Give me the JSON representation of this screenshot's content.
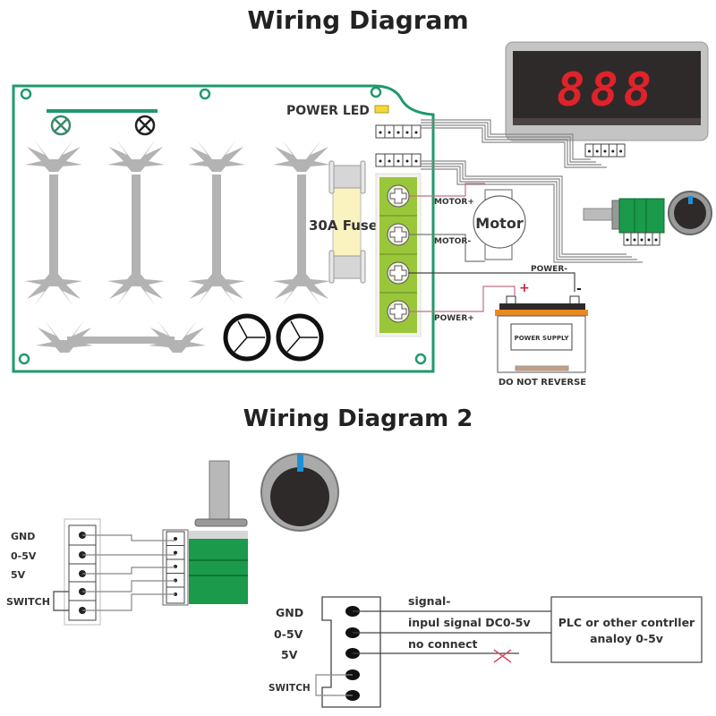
{
  "diagram1": {
    "title": "Wiring Diagram",
    "power_led_label": "POWER  LED",
    "fuse_label": "30A Fuse",
    "motor_label": "Motor",
    "motor_plus_label": "MOTOR+",
    "motor_minus_label": "MOTOR-",
    "power_minus_label": "POWER-",
    "power_plus_label": "POWER+",
    "battery_plus": "+",
    "battery_minus": "-",
    "power_supply_label": "POWER SUPPLY",
    "warning_label": "DO NOT REVERSE",
    "display_digits": "888",
    "colors": {
      "pcb_border": "#1e9a6a",
      "terminal_green": "#9ac63a",
      "display_red": "#e0222a",
      "battery_orange": "#e88a22",
      "pot_green": "#1a9a4a",
      "knob_blue": "#1e90d8"
    }
  },
  "diagram2": {
    "title": "Wiring Diagram 2",
    "pot_pins": [
      "GND",
      "0-5V",
      "5V",
      "SWITCH"
    ],
    "plc_pins": [
      "GND",
      "0-5V",
      "5V",
      "SWITCH"
    ],
    "signal_labels": [
      "signal-",
      "inpul signal DC0-5v",
      "no connect"
    ],
    "plc_box_line1": "PLC or other contrller",
    "plc_box_line2": "analoy 0-5v"
  }
}
